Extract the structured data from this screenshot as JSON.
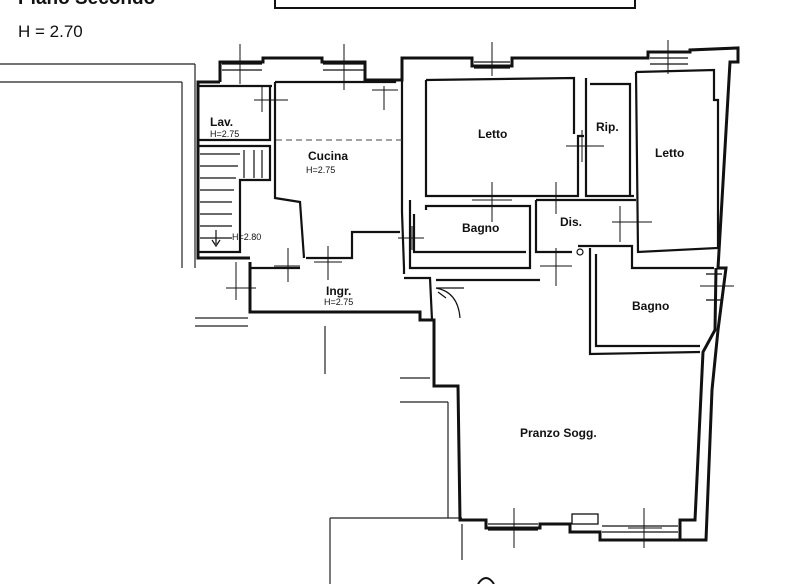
{
  "header": {
    "title": "Piano Secondo",
    "height": "H = 2.70"
  },
  "rooms": [
    {
      "id": "lav",
      "name": "Lav.",
      "height": "H=2.75"
    },
    {
      "id": "cucina",
      "name": "Cucina",
      "height": "H=2.75"
    },
    {
      "id": "stair",
      "name": "",
      "height": "H=2.80"
    },
    {
      "id": "ingr",
      "name": "Ingr.",
      "height": "H=2.75"
    },
    {
      "id": "letto1",
      "name": "Letto",
      "height": ""
    },
    {
      "id": "rip",
      "name": "Rip.",
      "height": ""
    },
    {
      "id": "letto2",
      "name": "Letto",
      "height": ""
    },
    {
      "id": "bagno1",
      "name": "Bagno",
      "height": ""
    },
    {
      "id": "dis",
      "name": "Dis.",
      "height": ""
    },
    {
      "id": "bagno2",
      "name": "Bagno",
      "height": ""
    },
    {
      "id": "pranzo",
      "name": "Pranzo Sogg.",
      "height": ""
    }
  ]
}
